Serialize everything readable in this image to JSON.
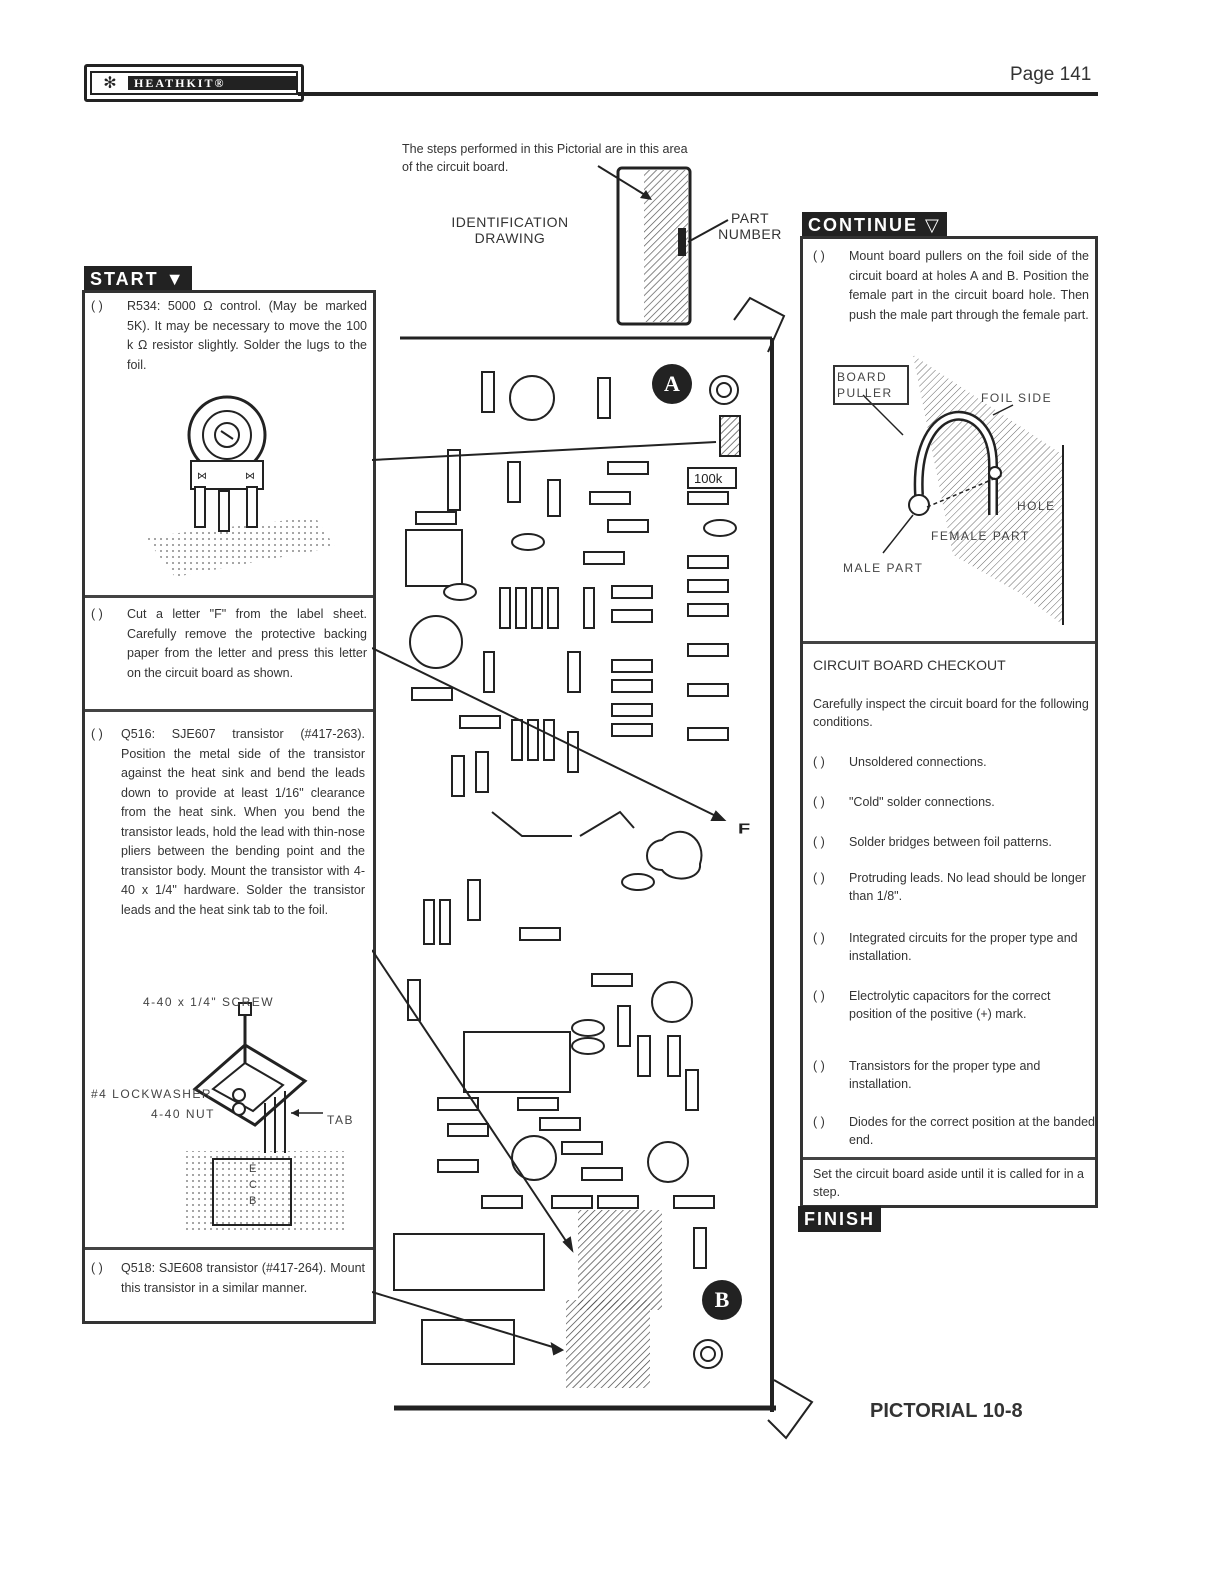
{
  "header": {
    "brand": "HEATHKIT®",
    "page_number": "Page 141"
  },
  "intro": {
    "note": "The steps performed in this Pictorial are in this area of the circuit board.",
    "identification_drawing": "IDENTIFICATION DRAWING",
    "part_number": "PART NUMBER"
  },
  "start": {
    "label": "START",
    "step1": {
      "check": "( )",
      "text": "R534: 5000 Ω control. (May be marked 5K). It may be necessary to move the 100 k Ω resistor slightly. Solder the lugs to the foil."
    },
    "step2": {
      "check": "( )",
      "text": "Cut a letter \"F\" from the label sheet. Carefully remove the protective backing paper from the letter and press this letter on the circuit board as shown."
    },
    "step3": {
      "check": "( )",
      "text": "Q516: SJE607 transistor (#417-263). Position the metal side of the transistor against the heat sink and bend the leads down to provide at least 1/16\" clearance from the heat sink. When you bend the transistor leads, hold the lead with thin-nose pliers between the bending point and the transistor body. Mount the transistor with 4-40 x 1/4\" hardware. Solder the transistor leads and the heat sink tab to the foil.",
      "screw": "4-40 x 1/4\" SCREW",
      "lockwasher": "#4 LOCKWASHER",
      "nut": "4-40 NUT",
      "tab": "TAB",
      "e": "E",
      "c": "C",
      "b": "B"
    },
    "step4": {
      "check": "( )",
      "text": "Q518: SJE608 transistor (#417-264). Mount this transistor in a similar manner."
    }
  },
  "board": {
    "label_a": "A",
    "label_b": "B",
    "resistor_100k": "100k",
    "letter_f": "F"
  },
  "continue": {
    "label": "CONTINUE",
    "step": {
      "check": "( )",
      "text": "Mount board pullers on the foil side of the circuit board at holes A and B. Position the female part in the circuit board hole. Then push the male part through the female part."
    },
    "board_puller": "BOARD PULLER",
    "foil_side": "FOIL SIDE",
    "hole": "HOLE",
    "female_part": "FEMALE PART",
    "male_part": "MALE PART"
  },
  "checkout": {
    "title": "CIRCUIT BOARD CHECKOUT",
    "intro": "Carefully inspect the circuit board for the following conditions.",
    "items": [
      {
        "check": "( )",
        "text": "Unsoldered connections."
      },
      {
        "check": "( )",
        "text": "\"Cold\" solder connections."
      },
      {
        "check": "( )",
        "text": "Solder bridges between foil patterns."
      },
      {
        "check": "( )",
        "text": "Protruding leads. No lead should be longer than 1/8\"."
      },
      {
        "check": "( )",
        "text": "Integrated circuits for the proper type and installation."
      },
      {
        "check": "( )",
        "text": "Electrolytic capacitors for the correct position of the positive (+) mark."
      },
      {
        "check": "( )",
        "text": "Transistors for the proper type and installation."
      },
      {
        "check": "( )",
        "text": "Diodes for the correct position at the banded end."
      }
    ],
    "closing": "Set the circuit board aside until it is called for in a step."
  },
  "finish": {
    "label": "FINISH"
  },
  "pictorial": "PICTORIAL 10-8"
}
